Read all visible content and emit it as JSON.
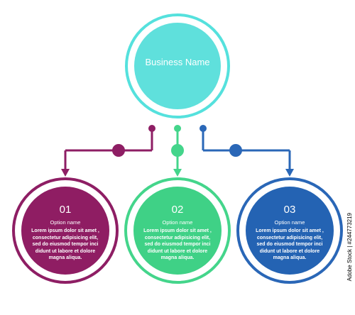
{
  "center": {
    "title": "Business Name",
    "color": "#5fe0dc",
    "ring_color": "#55e1dd"
  },
  "options": [
    {
      "number": "01",
      "name": "Option name",
      "text": "Lorem ipsum dolor sit amet , consectetur adipisicing elit, sed do eiusmod tempor inci didunt ut labore et dolore magna aliqua.",
      "color": "#8f1d63",
      "ring_color": "#8e1e64"
    },
    {
      "number": "02",
      "name": "Option name",
      "text": "Lorem ipsum dolor sit amet , consectetur adipisicing elit, sed do eiusmod tempor inci didunt ut labore et dolore magna aliqua.",
      "color": "#3fd186",
      "ring_color": "#44d58b"
    },
    {
      "number": "03",
      "name": "Option name",
      "text": "Lorem ipsum dolor sit amet , consectetur adipisicing elit, sed do eiusmod tempor inci didunt ut labore et dolore magna aliqua.",
      "color": "#2463b3",
      "ring_color": "#2a67b7"
    }
  ],
  "watermark": "Adobe Stock | #244773219"
}
